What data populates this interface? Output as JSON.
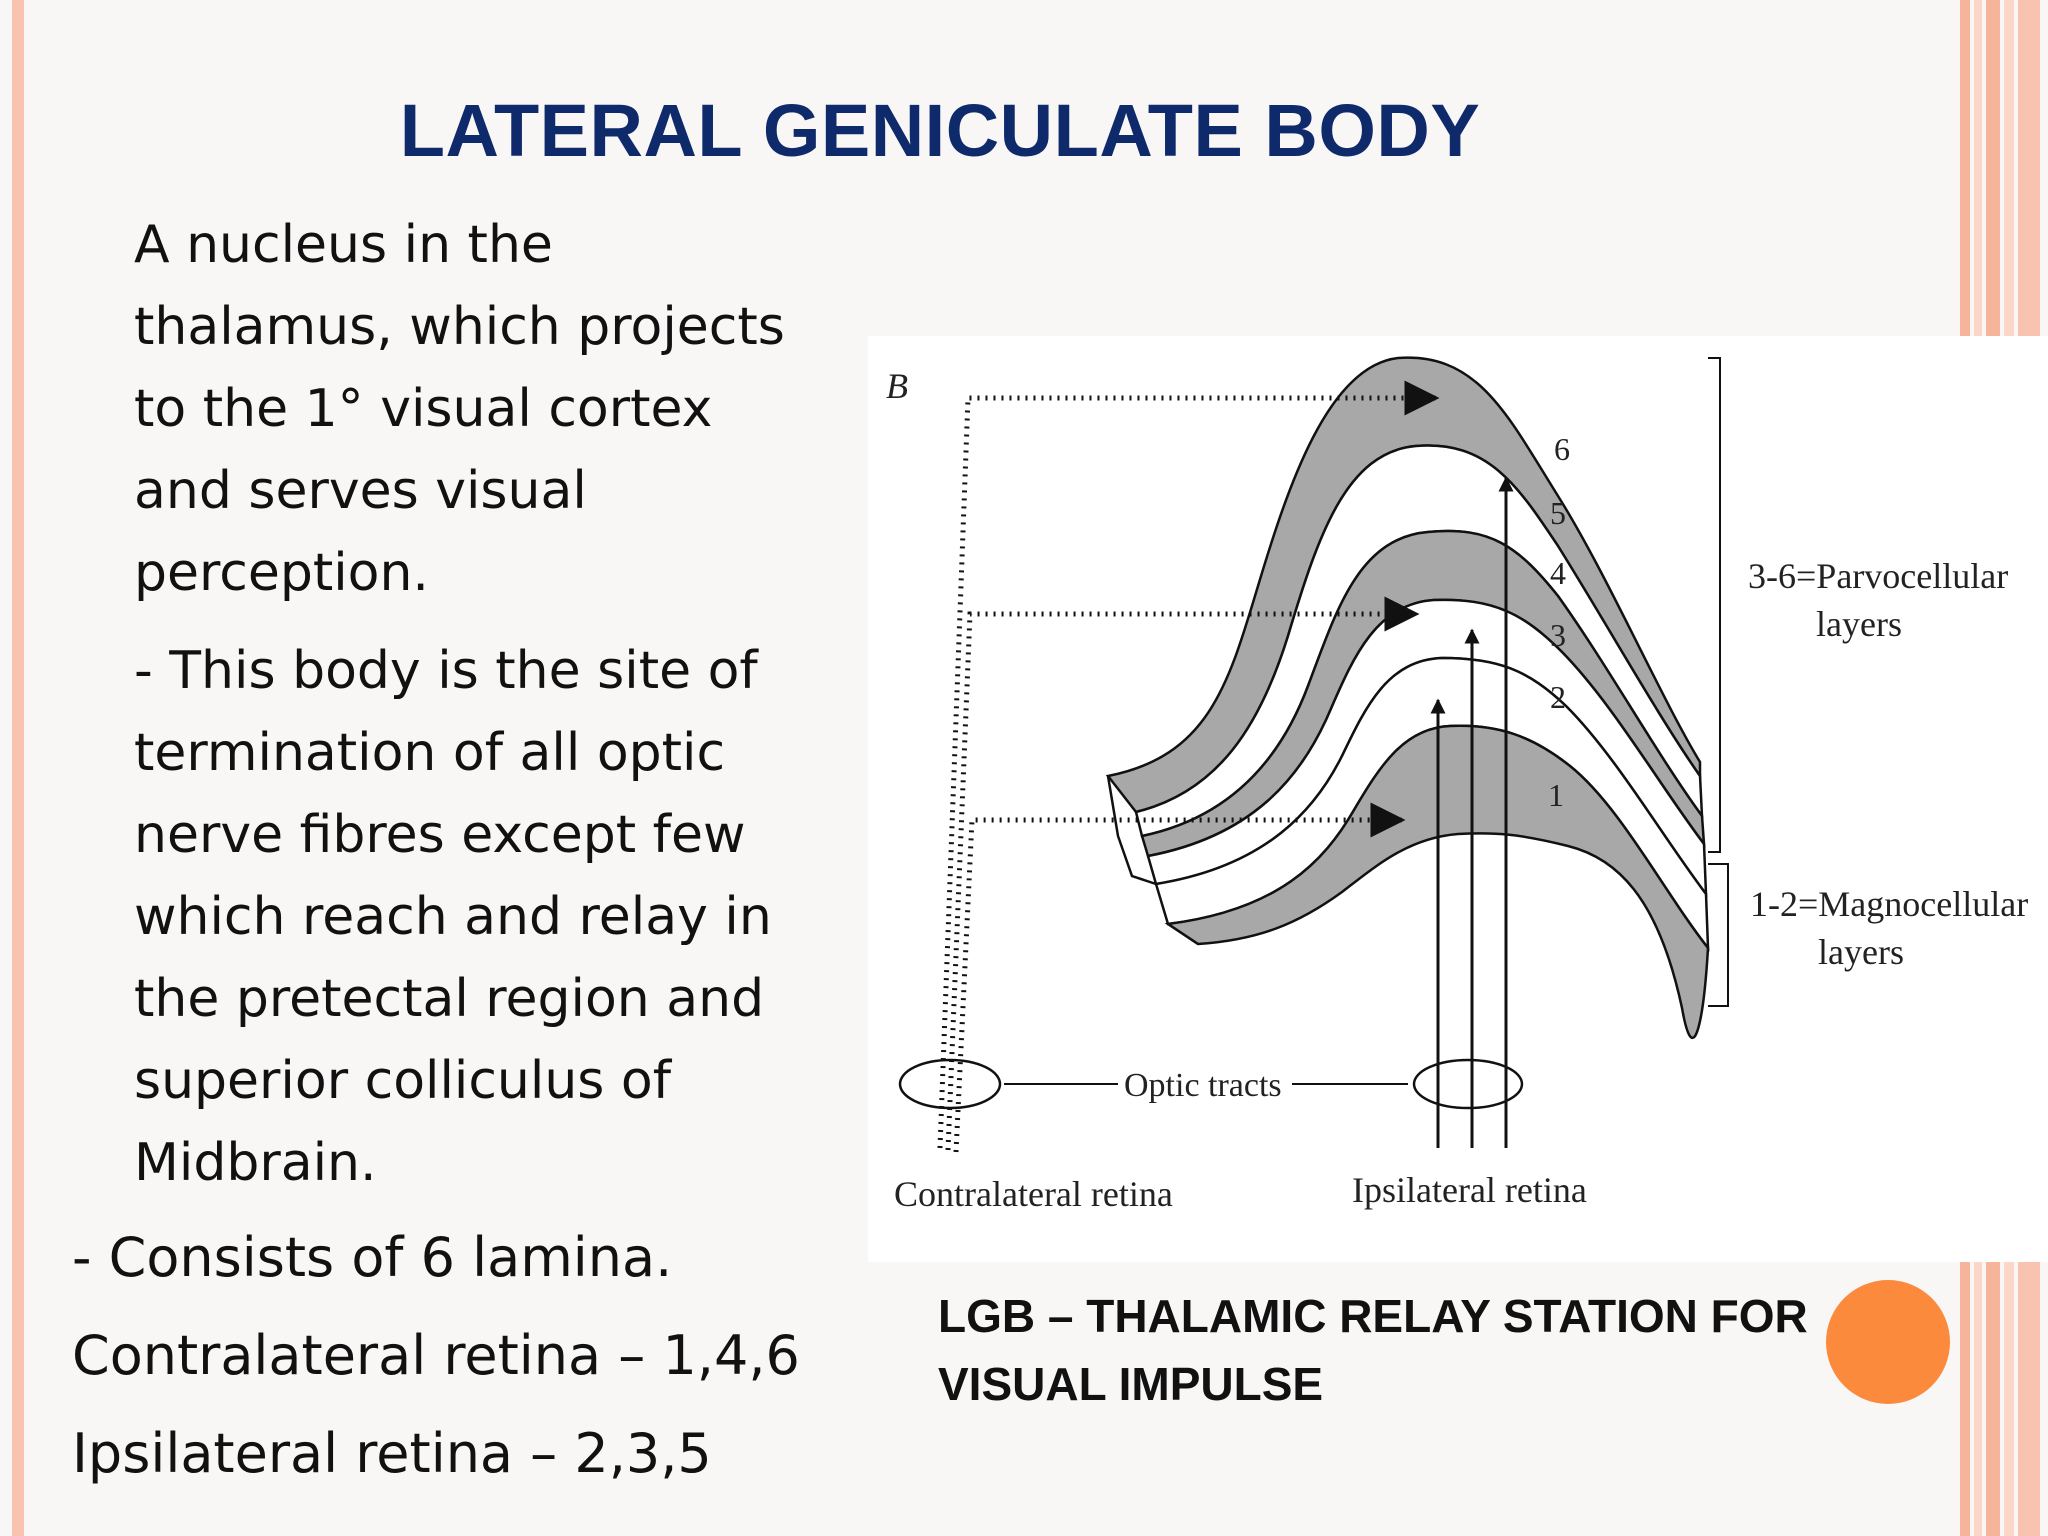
{
  "slide": {
    "title": "LATERAL GENICULATE BODY",
    "paragraph1": [
      "A nucleus in the",
      "thalamus, which projects",
      "to the 1° visual cortex",
      "and serves visual",
      "perception."
    ],
    "paragraph2": [
      "- This body is the site of",
      "termination of all optic",
      "nerve fibres except few",
      "which reach and relay in",
      "the pretectal region and",
      "superior colliculus of",
      "Midbrain."
    ],
    "line1": "- Consists of 6 lamina.",
    "line2": "Contralateral retina – 1,4,6",
    "line3": "Ipsilateral retina – 2,3,5",
    "caption": [
      "LGB – THALAMIC RELAY STATION FOR",
      "VISUAL IMPULSE"
    ]
  },
  "figure": {
    "panel_label": "B",
    "layer_numbers": [
      "6",
      "5",
      "4",
      "3",
      "2",
      "1"
    ],
    "parvo_label": [
      "3-6=Parvocellular",
      "layers"
    ],
    "magno_label": [
      "1-2=Magnocellular",
      "layers"
    ],
    "optic_tracts": "Optic tracts",
    "contralateral": "Contralateral retina",
    "ipsilateral": "Ipsilateral retina"
  },
  "colors": {
    "title": "#0f2a6b",
    "accent_circle": "#fb8a3c",
    "stripe_light": "#fcd6c6",
    "stripe_mid": "#f6b49b",
    "layer_fill": "#a8a8a8"
  }
}
